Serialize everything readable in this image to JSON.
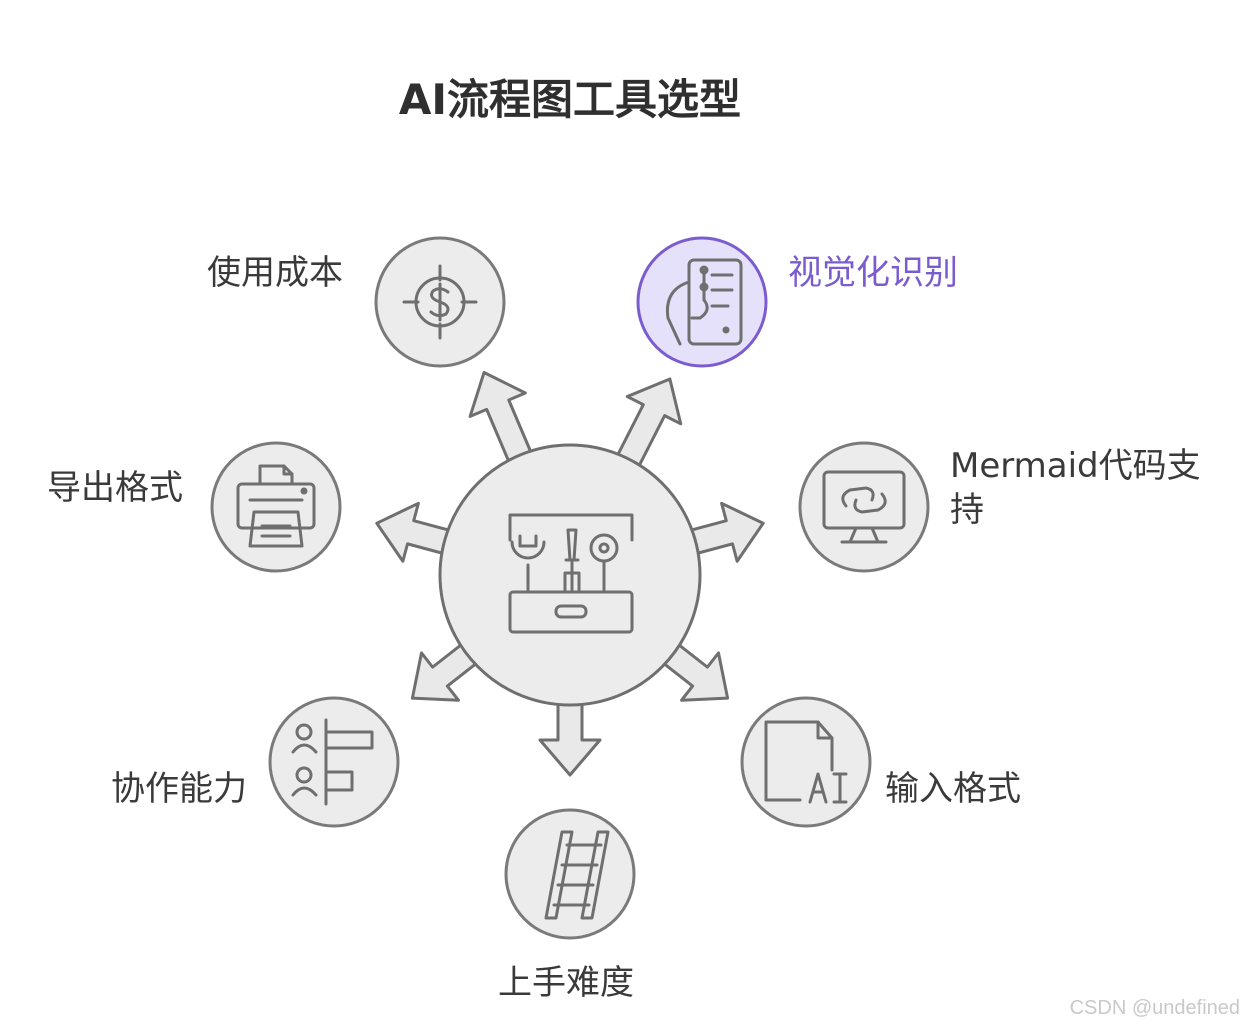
{
  "title": "AI流程图工具选型",
  "nodes": [
    {
      "label": "使用成本",
      "icon": "dollar-target-icon"
    },
    {
      "label": "视觉化识别",
      "icon": "mobile-flowchart-icon",
      "highlight": true
    },
    {
      "label_lines": [
        "Mermaid代码支",
        "持"
      ],
      "icon": "monitor-link-icon"
    },
    {
      "label": "输入格式",
      "icon": "ai-document-icon"
    },
    {
      "label": "上手难度",
      "icon": "ladder-icon"
    },
    {
      "label": "协作能力",
      "icon": "team-chart-icon"
    },
    {
      "label": "导出格式",
      "icon": "printer-icon"
    }
  ],
  "center": {
    "icon": "toolbox-icon"
  },
  "watermark": "CSDN @undefined",
  "colors": {
    "accent": "#7b5ccf",
    "accent_fill": "#e6e1fb",
    "node_fill": "#ececec",
    "stroke": "#6f6f6f"
  }
}
